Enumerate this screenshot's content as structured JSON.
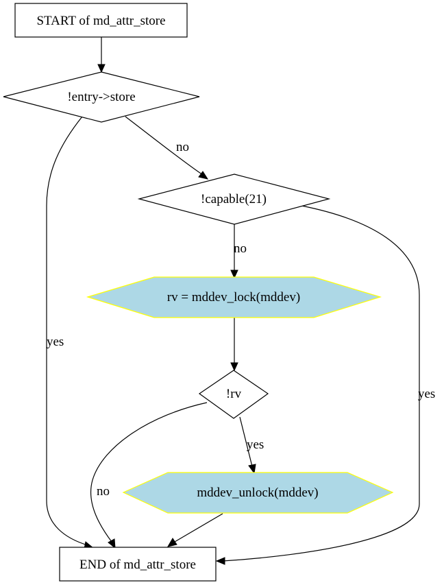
{
  "nodes": {
    "start": "START of md_attr_store",
    "entry_store": "!entry->store",
    "capable": "!capable(21)",
    "lock": "rv = mddev_lock(mddev)",
    "rv": "!rv",
    "unlock": "mddev_unlock(mddev)",
    "end": "END of md_attr_store"
  },
  "edges": {
    "entry_no": "no",
    "entry_yes": "yes",
    "capable_no": "no",
    "capable_yes": "yes",
    "rv_yes": "yes",
    "rv_no": "no"
  },
  "colors": {
    "hex_fill": "#add8e6",
    "hex_stroke": "#ffff00"
  }
}
